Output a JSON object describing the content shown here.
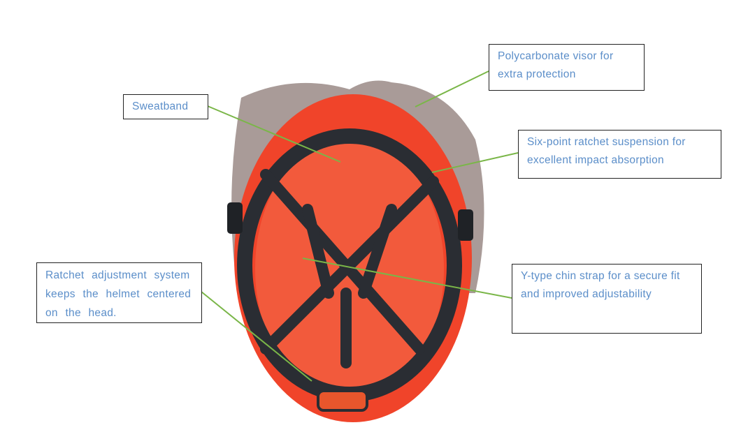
{
  "callouts": {
    "visor": "Polycarbonate visor for extra protection",
    "sweatband": "Sweatband",
    "suspension": "Six-point ratchet suspension for excellent impact absorption",
    "ratchet": "Ratchet adjustment system keeps the helmet centered on the head.",
    "chinstrap": "Y-type chin strap for a secure fit and improved adjustability"
  },
  "colors": {
    "text": "#5b8ec9",
    "leader": "#7ab648",
    "shell": "#f0442a",
    "strap": "#2a2d33",
    "visor": "#9a8a86"
  }
}
